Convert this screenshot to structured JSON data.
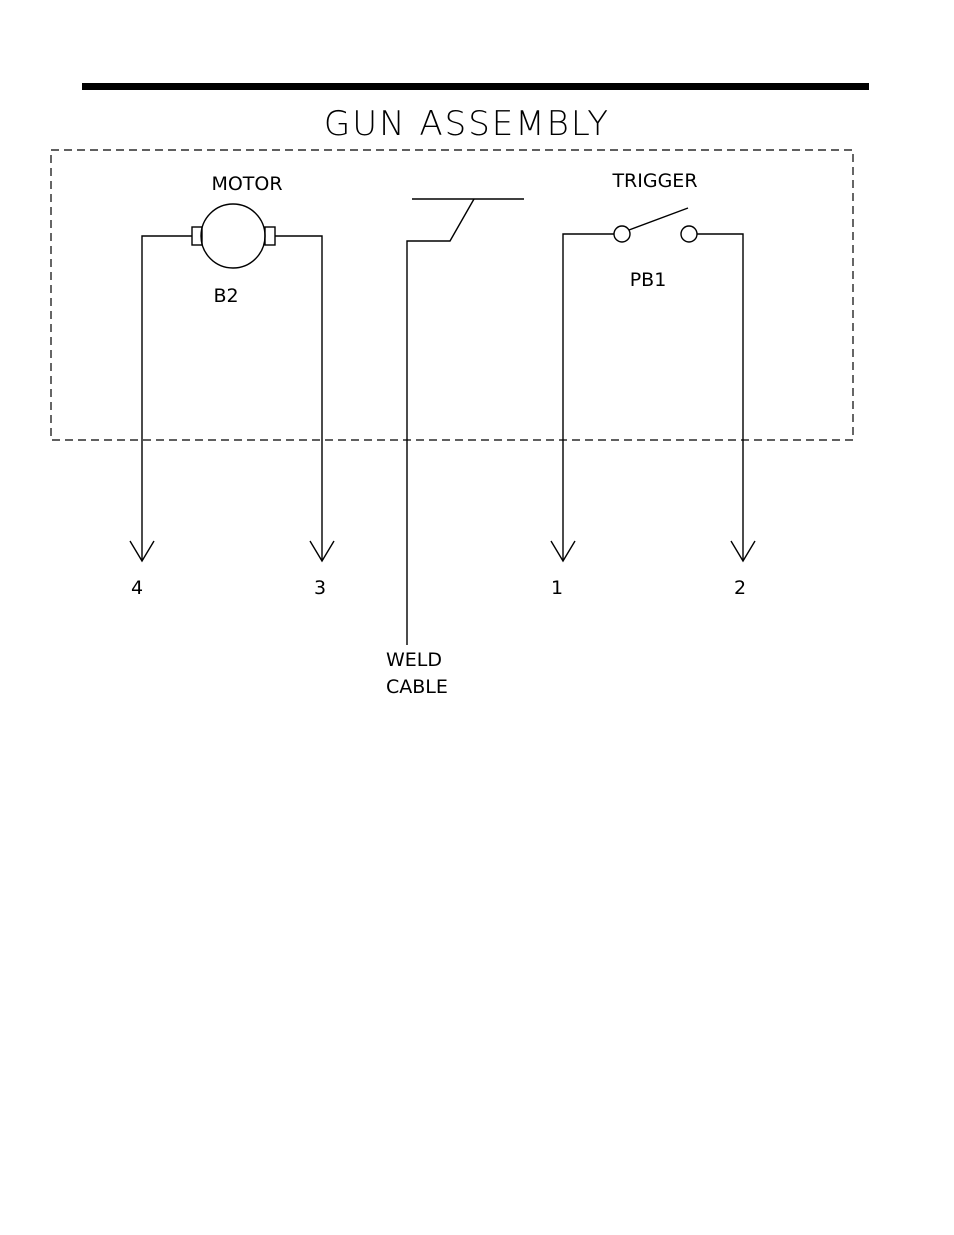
{
  "diagram": {
    "title": "GUN ASSEMBLY",
    "motor": {
      "label": "MOTOR",
      "designator": "B2"
    },
    "trigger": {
      "label": "TRIGGER",
      "designator": "PB1"
    },
    "weld_cable": {
      "line1": "WELD",
      "line2": "CABLE"
    },
    "terminals": [
      "4",
      "3",
      "1",
      "2"
    ]
  }
}
